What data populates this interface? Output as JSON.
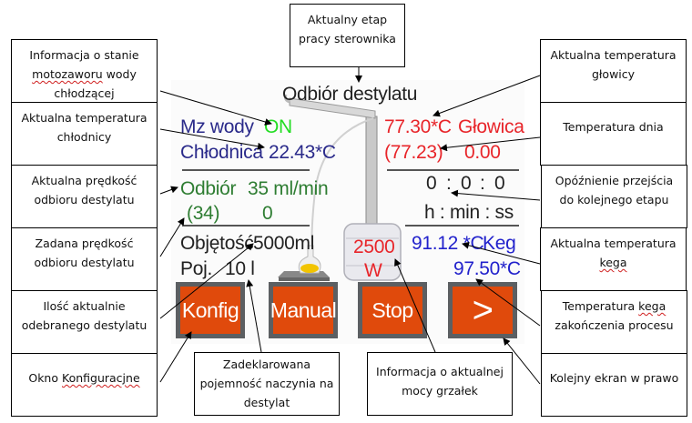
{
  "screen": {
    "stage_title": "Odbiór destylatu",
    "cooling_valve": {
      "label": "Mz wody",
      "value": "ON",
      "color": "#22dd22"
    },
    "cooler_temp": {
      "label": "Chłodnica",
      "value": "22.43*C",
      "color": "#2a2a8a"
    },
    "draw_rate": {
      "label": "Odbiór",
      "value": "35 ml/min",
      "color": "#2e7d32"
    },
    "draw_rate_set": {
      "value": "(34)",
      "extra": "0"
    },
    "volume": {
      "label": "Objętość",
      "value": "5000ml"
    },
    "capacity": {
      "label": "Poj.",
      "value": "10 l"
    },
    "head_temp": {
      "value": "77.30*C",
      "label": "Głowica",
      "color": "#e8252a"
    },
    "bottom_temp": {
      "value": "(77.23)",
      "extra": "0.00"
    },
    "delay": {
      "hours": "0",
      "minutes": "0",
      "seconds": "0",
      "units": "h : min : ss",
      "sep": ":"
    },
    "keg_temp": {
      "value": "91.12 *C",
      "label": "Keg",
      "color": "#2222cc"
    },
    "keg_end_temp": {
      "value": "97.50*C"
    },
    "heater_power": {
      "value": "2500",
      "unit": "W"
    },
    "buttons": {
      "konfig": "Konfig",
      "manual": "Manual",
      "stop": "Stop",
      "next": ">"
    },
    "button_color": "#e04a0c"
  },
  "annotations": {
    "stage": [
      "Aktualny etap",
      "pracy sterownika"
    ],
    "valve": [
      "Informacja o stanie",
      "motozaworu",
      "wody",
      "chłodzącej"
    ],
    "cooler": [
      "Aktualna temperatura",
      "chłodnicy"
    ],
    "rate": [
      "Aktualna prędkość",
      "odbioru destylatu"
    ],
    "rate_set": [
      "Zadana prędkość",
      "odbioru destylatu"
    ],
    "amount": [
      "Ilość aktualnie",
      "odebranego destylatu"
    ],
    "config": [
      "Okno",
      "Konfiguracjne"
    ],
    "capacity": [
      "Zadeklarowana",
      "pojemność naczynia na",
      "destylat"
    ],
    "power": [
      "Informacja o aktualnej",
      "mocy grzałek"
    ],
    "head": [
      "Aktualna temperatura",
      "głowicy"
    ],
    "bottom": [
      "Temperatura dnia"
    ],
    "delay": [
      "Opóźnienie przejścia",
      "do kolejnego etapu"
    ],
    "keg": [
      "Aktualna temperatura",
      "kega"
    ],
    "keg_end": [
      "Temperatura",
      "kega",
      "zakończenia procesu"
    ],
    "next": [
      "Kolejny ekran w prawo"
    ]
  }
}
